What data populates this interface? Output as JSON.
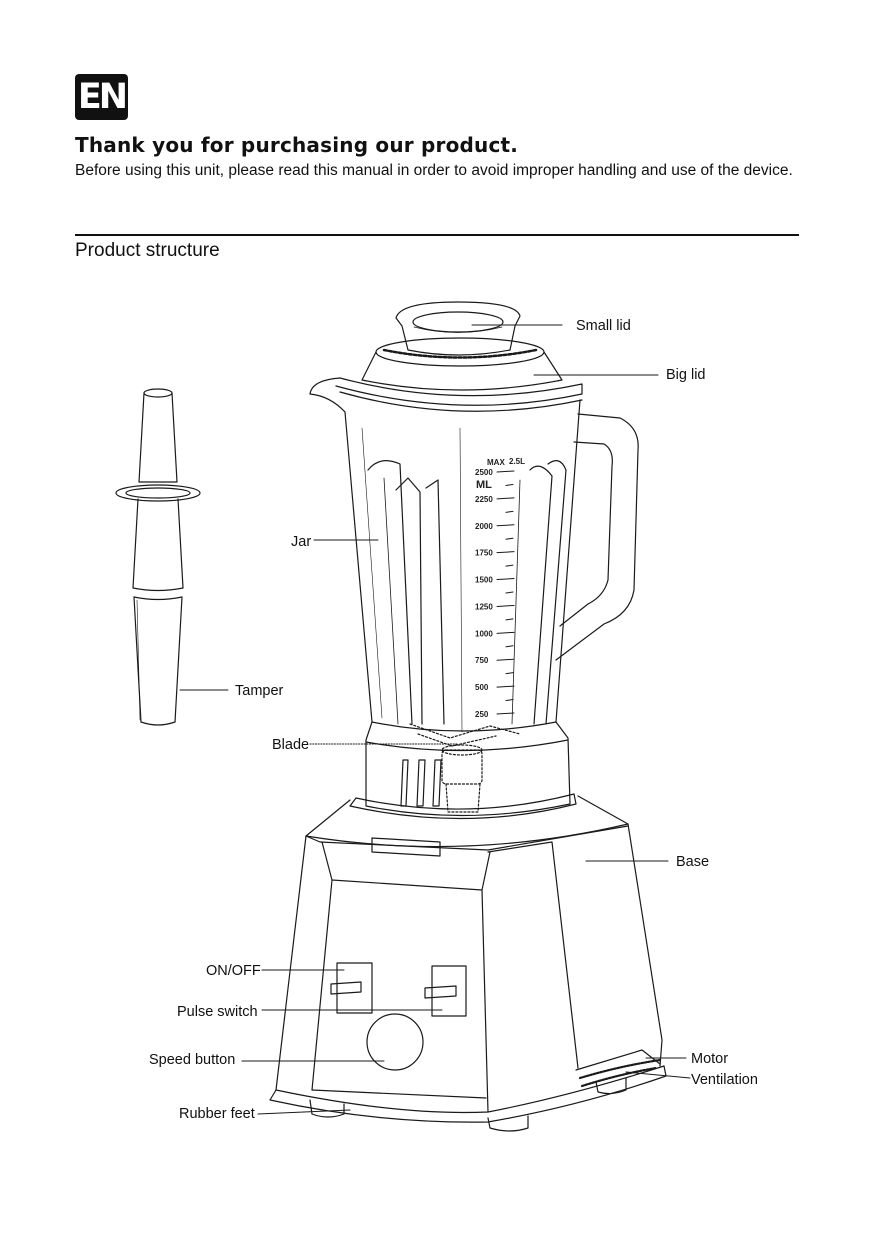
{
  "badge": "EN",
  "heading": "Thank you for purchasing our product.",
  "intro": "Before using this unit, please read this manual in order to avoid improper handling and use of the device.",
  "section_title": "Product structure",
  "labels": {
    "small_lid": "Small lid",
    "big_lid": "Big lid",
    "jar": "Jar",
    "tamper": "Tamper",
    "blade": "Blade",
    "base": "Base",
    "on_off": "ON/OFF",
    "pulse_switch": "Pulse switch",
    "speed_button": "Speed button",
    "rubber_feet": "Rubber feet",
    "motor": "Motor",
    "ventilation": "Ventilation"
  },
  "jar_scale": {
    "max": "MAX",
    "capacity": "2.5L",
    "unit": "ML",
    "marks": [
      "2500",
      "2250",
      "2000",
      "1750",
      "1500",
      "1250",
      "1000",
      "750",
      "500",
      "250"
    ]
  }
}
